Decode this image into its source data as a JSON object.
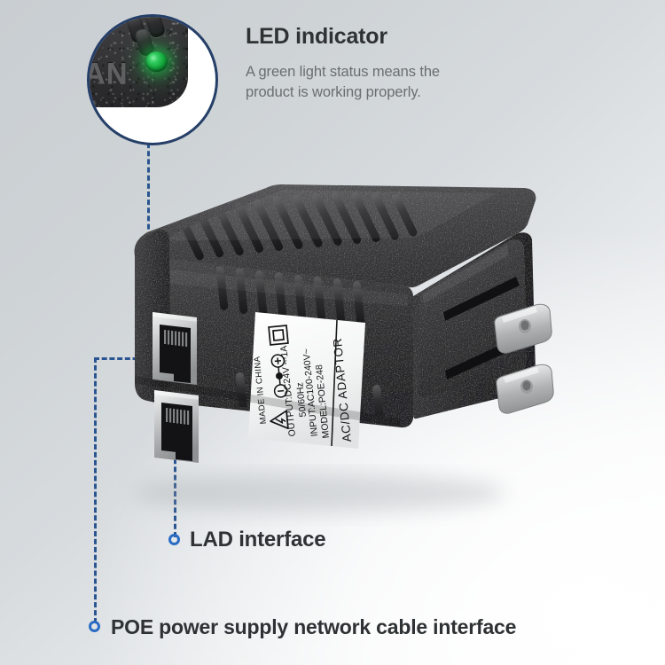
{
  "page": {
    "kind": "product-infographic",
    "background_start": "#c9ced2",
    "background_end": "#fdfdfe"
  },
  "theme": {
    "accent_blue": "#2a6bc4",
    "leader_blue": "#2a5591",
    "ring_navy": "#253f68",
    "heading_color": "#2f3234",
    "body_color": "#6a6e71",
    "led_green": "#14a83c",
    "plastic_black": "#2c2c2e",
    "metal_silver": "#c8cacb"
  },
  "magnifier": {
    "name": "led-zoom-inset",
    "lan_port_label": "AN",
    "led_color": "#14a83c"
  },
  "callouts": [
    {
      "id": "led-indicator",
      "title": "LED indicator",
      "body": "A green light status means the\nproduct is working properly.",
      "body_line1": "A green light status means the",
      "body_line2": "product is working properly."
    },
    {
      "id": "lad-interface",
      "title": "LAD interface"
    },
    {
      "id": "poe-interface",
      "title": "POE power supply network cable interface"
    }
  ],
  "product": {
    "name": "poe-ac-dc-adaptor",
    "label": {
      "heading": "AC/DC ADAPTOR",
      "model": "MODEL:POE-248",
      "input": "INPUT:AC100-240V~",
      "frequency": "50/60Hz",
      "output": "OUTPUT:DC24V ⎓1A",
      "origin": "MADE IN CHINA",
      "symbol_class2": "class-ii-double-insulation",
      "symbol_polarity": "center-positive-polarity",
      "symbol_warning": "warning-triangle"
    },
    "ports": [
      {
        "name": "rj45-port-upper",
        "type": "RJ45"
      },
      {
        "name": "rj45-port-lower",
        "type": "RJ45"
      }
    ],
    "prongs": [
      {
        "name": "ac-prong-upper"
      },
      {
        "name": "ac-prong-lower"
      }
    ]
  }
}
